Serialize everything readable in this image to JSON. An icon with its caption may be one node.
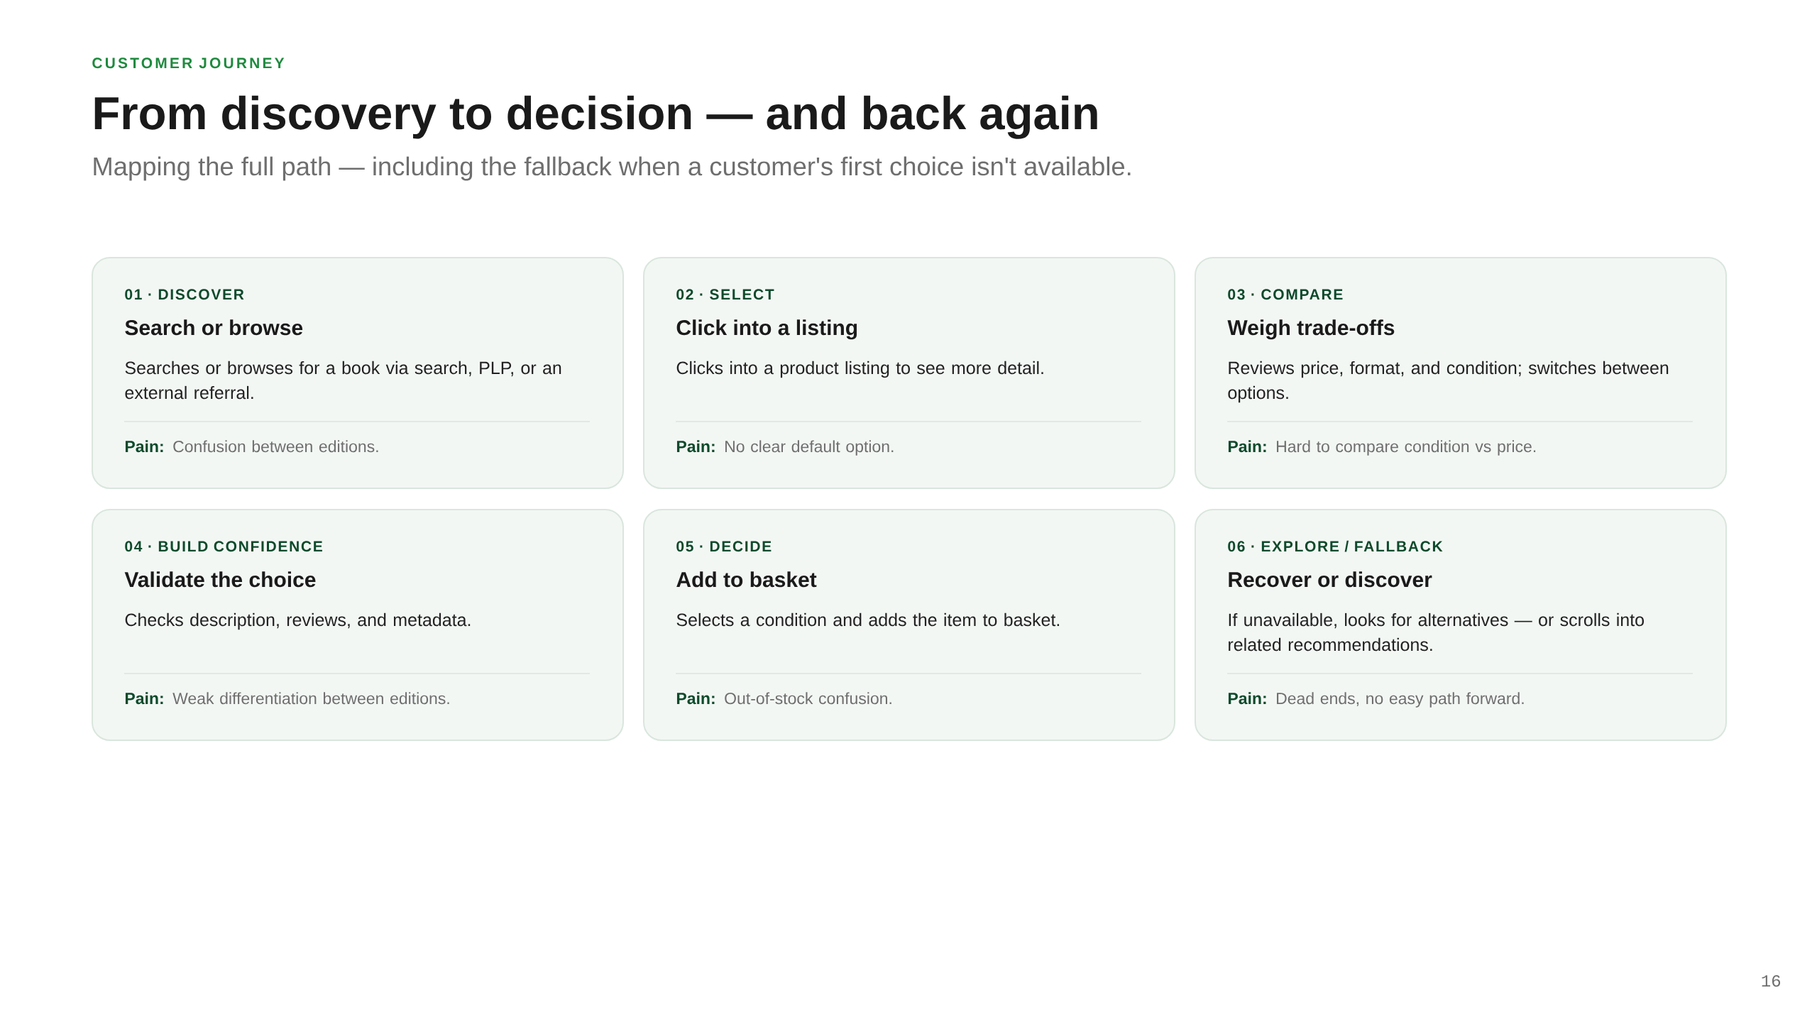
{
  "diagram": {
    "title": "From discovery to decision — and back again",
    "nodes": [
      {
        "text": [
          "01 · DISCOVER",
          "Search or browse",
          "Searches or browses for a book via search, PLP, or an external referral.",
          "**Pain:** Confusion between editions."
        ]
      },
      {
        "text": [
          "02 · SELECT",
          "Click into a listing",
          "Clicks into a product listing to see more detail.",
          "**Pain:** No clear default option."
        ]
      },
      {
        "text": [
          "03 · COMPARE",
          "Weigh trade-offs",
          "Reviews price, format, and condition; switches between options.",
          "**Pain:** Hard to compare condition vs price."
        ]
      },
      {
        "text": [
          "04 · BUILD CONFIDENCE",
          "Validate the choice",
          "Checks description, reviews, and metadata.",
          "**Pain:** Weak differentiation between editions."
        ]
      },
      {
        "text": [
          "05 · DECIDE",
          "Add to basket",
          "Selects a condition and adds the item to basket.",
          "**Pain:** Out-of-stock confusion."
        ]
      },
      {
        "text": [
          "06 · EXPLORE / FALLBACK",
          "Recover or discover",
          "If unavailable, looks for alternatives — or scrolls into related recommendations.",
          "**Pain:** Dead ends, no easy path forward."
        ]
      }
    ],
    "labels": [
      "CUSTOMER JOURNEY",
      "Mapping the full path — including the fallback when a customer's first choice isn't available.",
      "16"
    ]
  }
}
